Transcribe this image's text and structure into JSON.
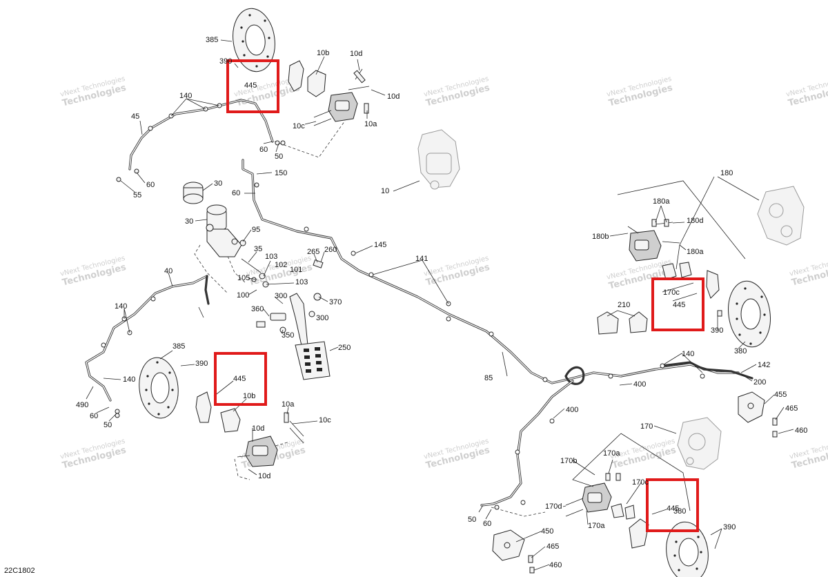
{
  "diagram_id": "22C1802",
  "watermark": {
    "line1": "vNext Technologies",
    "line2": "Technologies"
  },
  "labels": [
    {
      "id": "385-top",
      "text": "385"
    },
    {
      "id": "390-top",
      "text": "390"
    },
    {
      "id": "445-top",
      "text": "445"
    },
    {
      "id": "10b-top",
      "text": "10b"
    },
    {
      "id": "10d-top-a",
      "text": "10d"
    },
    {
      "id": "10d-top-b",
      "text": "10d"
    },
    {
      "id": "10c-top",
      "text": "10c"
    },
    {
      "id": "10a-top",
      "text": "10a"
    },
    {
      "id": "140-top",
      "text": "140"
    },
    {
      "id": "45",
      "text": "45"
    },
    {
      "id": "60-a",
      "text": "60"
    },
    {
      "id": "50-a",
      "text": "50"
    },
    {
      "id": "60-b",
      "text": "60"
    },
    {
      "id": "55",
      "text": "55"
    },
    {
      "id": "150",
      "text": "150"
    },
    {
      "id": "30-a",
      "text": "30"
    },
    {
      "id": "60-c",
      "text": "60"
    },
    {
      "id": "30-b",
      "text": "30"
    },
    {
      "id": "95",
      "text": "95"
    },
    {
      "id": "10",
      "text": "10"
    },
    {
      "id": "180",
      "text": "180"
    },
    {
      "id": "180a-a",
      "text": "180a"
    },
    {
      "id": "180d",
      "text": "180d"
    },
    {
      "id": "180b",
      "text": "180b"
    },
    {
      "id": "180a-b",
      "text": "180a"
    },
    {
      "id": "35",
      "text": "35"
    },
    {
      "id": "103-a",
      "text": "103"
    },
    {
      "id": "102",
      "text": "102"
    },
    {
      "id": "101",
      "text": "101"
    },
    {
      "id": "265",
      "text": "265"
    },
    {
      "id": "260",
      "text": "260"
    },
    {
      "id": "145",
      "text": "145"
    },
    {
      "id": "141",
      "text": "141"
    },
    {
      "id": "105",
      "text": "105"
    },
    {
      "id": "103-b",
      "text": "103"
    },
    {
      "id": "100",
      "text": "100"
    },
    {
      "id": "300-a",
      "text": "300"
    },
    {
      "id": "370",
      "text": "370"
    },
    {
      "id": "360",
      "text": "360"
    },
    {
      "id": "300-b",
      "text": "300"
    },
    {
      "id": "350",
      "text": "350"
    },
    {
      "id": "250",
      "text": "250"
    },
    {
      "id": "40",
      "text": "40"
    },
    {
      "id": "140-left-a",
      "text": "140"
    },
    {
      "id": "140-left-b",
      "text": "140"
    },
    {
      "id": "490",
      "text": "490"
    },
    {
      "id": "60-d",
      "text": "60"
    },
    {
      "id": "50-b",
      "text": "50"
    },
    {
      "id": "385-left",
      "text": "385"
    },
    {
      "id": "390-left",
      "text": "390"
    },
    {
      "id": "445-left",
      "text": "445"
    },
    {
      "id": "10b-left",
      "text": "10b"
    },
    {
      "id": "10a-left",
      "text": "10a"
    },
    {
      "id": "10c-left",
      "text": "10c"
    },
    {
      "id": "10d-left-a",
      "text": "10d"
    },
    {
      "id": "10d-left-b",
      "text": "10d"
    },
    {
      "id": "170c-right",
      "text": "170c"
    },
    {
      "id": "445-right",
      "text": "445"
    },
    {
      "id": "210",
      "text": "210"
    },
    {
      "id": "390-right",
      "text": "390"
    },
    {
      "id": "380-right",
      "text": "380"
    },
    {
      "id": "85",
      "text": "85"
    },
    {
      "id": "140-right",
      "text": "140"
    },
    {
      "id": "142",
      "text": "142"
    },
    {
      "id": "200",
      "text": "200"
    },
    {
      "id": "400-a",
      "text": "400"
    },
    {
      "id": "400-b",
      "text": "400"
    },
    {
      "id": "455",
      "text": "455"
    },
    {
      "id": "465-a",
      "text": "465"
    },
    {
      "id": "460-a",
      "text": "460"
    },
    {
      "id": "170",
      "text": "170"
    },
    {
      "id": "170b",
      "text": "170b"
    },
    {
      "id": "170a-a",
      "text": "170a"
    },
    {
      "id": "170c-b",
      "text": "170c"
    },
    {
      "id": "170d",
      "text": "170d"
    },
    {
      "id": "170a-b",
      "text": "170a"
    },
    {
      "id": "445-bottom",
      "text": "445"
    },
    {
      "id": "380-bottom",
      "text": "380"
    },
    {
      "id": "390-bottom",
      "text": "390"
    },
    {
      "id": "50-c",
      "text": "50"
    },
    {
      "id": "60-e",
      "text": "60"
    },
    {
      "id": "450",
      "text": "450"
    },
    {
      "id": "465-b",
      "text": "465"
    },
    {
      "id": "460-b",
      "text": "460"
    }
  ]
}
